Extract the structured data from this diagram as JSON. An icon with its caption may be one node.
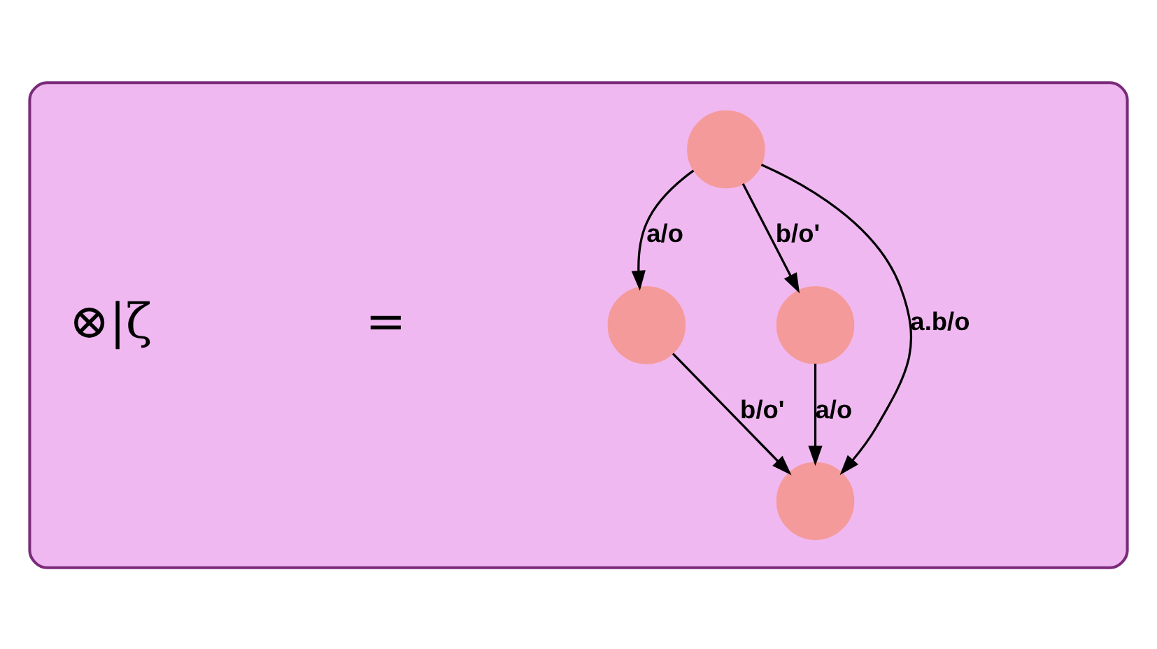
{
  "diagram": {
    "nodes": [
      {
        "text": [],
        "shape": "box"
      },
      {
        "text": [],
        "shape": "circle",
        "in": 0
      },
      {
        "text": [],
        "shape": "circle",
        "in": 0
      },
      {
        "text": [],
        "shape": "circle",
        "in": 0
      },
      {
        "text": [],
        "shape": "circle",
        "in": 0
      }
    ],
    "edges": [
      {
        "from": 1,
        "to": 2,
        "arrow": "to",
        "label": "a/o"
      },
      {
        "from": 1,
        "to": 4,
        "arrow": "to",
        "label": "a.b/o"
      },
      {
        "from": 1,
        "to": 3,
        "arrow": "to",
        "label": "b/o'"
      },
      {
        "from": 2,
        "to": 4,
        "arrow": "to",
        "label": "b/o'"
      },
      {
        "from": 3,
        "to": 4,
        "arrow": "to",
        "label": "a/o"
      }
    ],
    "labels": [
      "⊗|ζ",
      "="
    ]
  }
}
